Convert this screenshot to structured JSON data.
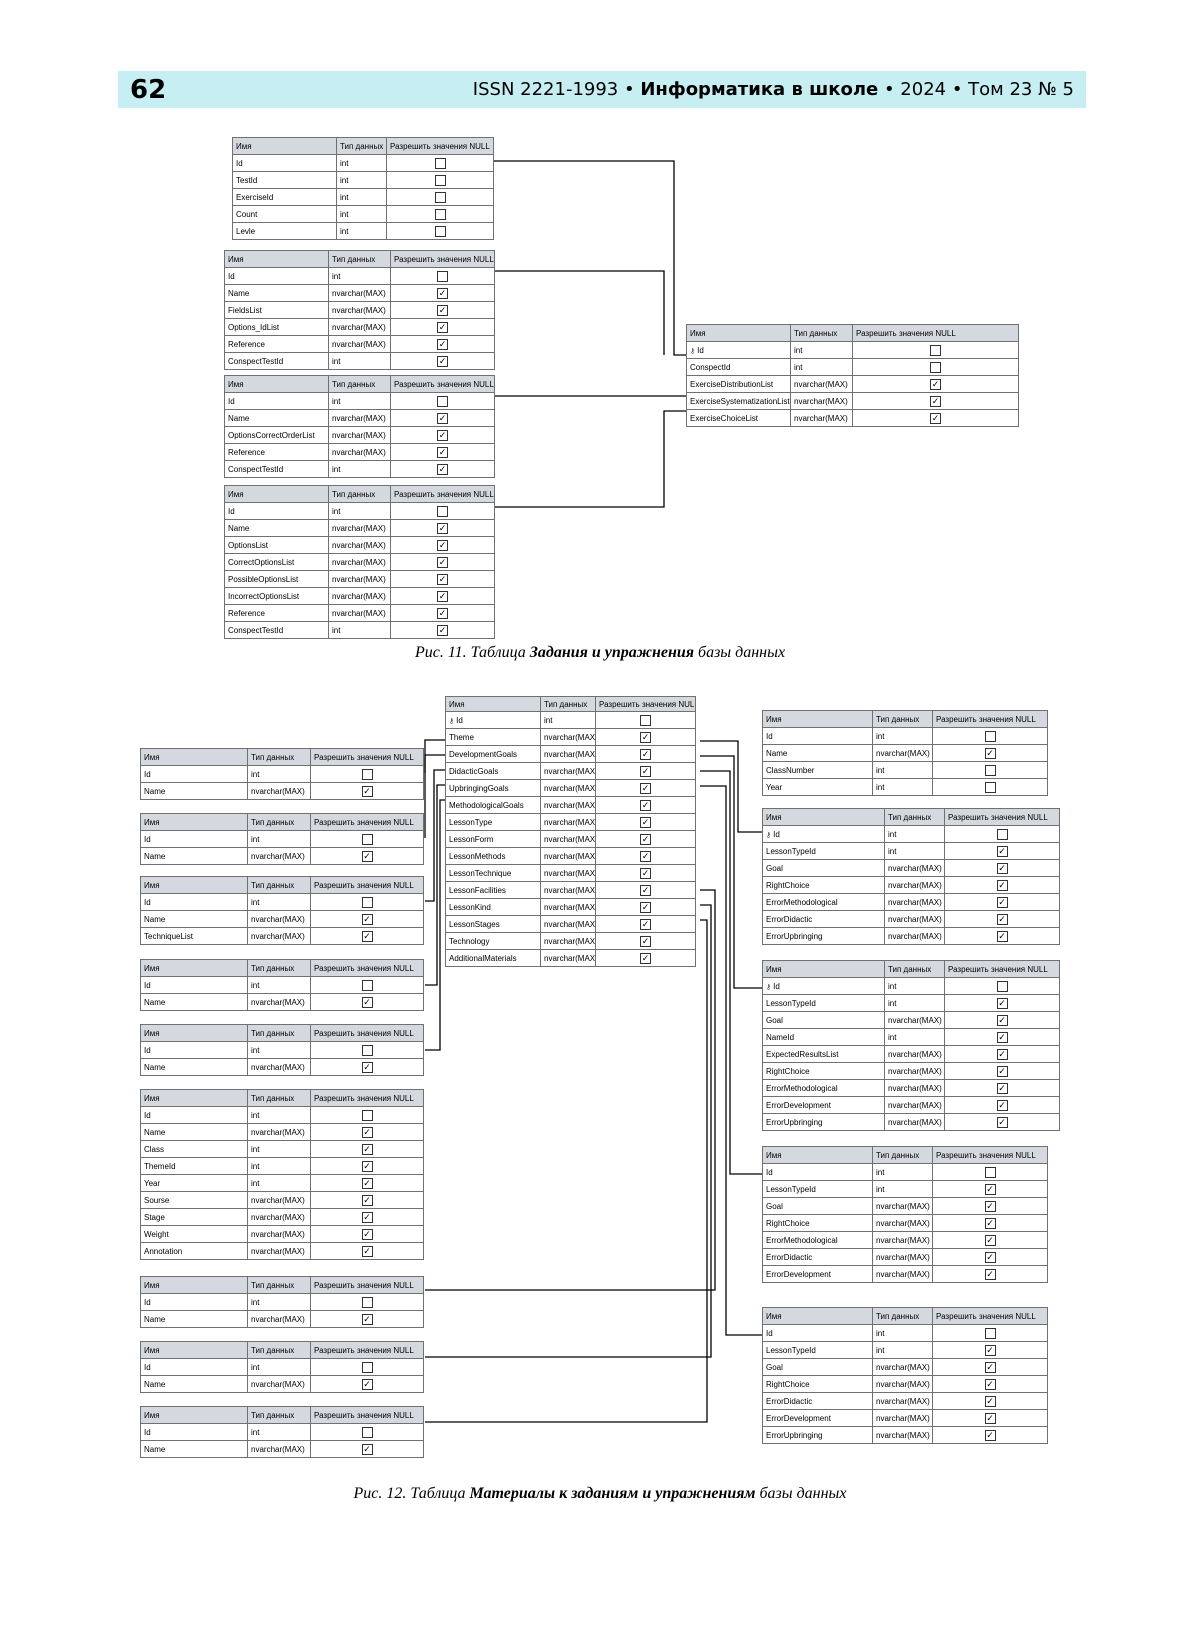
{
  "header": {
    "page_number": "62",
    "issn": "ISSN 2221-1993 • ",
    "journal": "Информатика в школе",
    "issue": " • 2024 • Том 23 № 5"
  },
  "columns": [
    "Имя",
    "Тип данных",
    "Разрешить значения NULL"
  ],
  "figure11": {
    "caption_pre": "Рис. 11. Таблица ",
    "caption_bold": "Задания и упражнения",
    "caption_post": " базы данных",
    "tables": [
      {
        "rows": [
          [
            "Id",
            "int",
            false
          ],
          [
            "TestId",
            "int",
            false
          ],
          [
            "ExerciseId",
            "int",
            false
          ],
          [
            "Count",
            "int",
            false
          ],
          [
            "Levle",
            "int",
            false
          ]
        ]
      },
      {
        "rows": [
          [
            "Id",
            "int",
            false
          ],
          [
            "Name",
            "nvarchar(MAX)",
            true
          ],
          [
            "FieldsList",
            "nvarchar(MAX)",
            true
          ],
          [
            "Options_IdList",
            "nvarchar(MAX)",
            true
          ],
          [
            "Reference",
            "nvarchar(MAX)",
            true
          ],
          [
            "ConspectTestId",
            "int",
            true
          ]
        ]
      },
      {
        "rows": [
          [
            "Id",
            "int",
            false
          ],
          [
            "Name",
            "nvarchar(MAX)",
            true
          ],
          [
            "OptionsCorrectOrderList",
            "nvarchar(MAX)",
            true
          ],
          [
            "Reference",
            "nvarchar(MAX)",
            true
          ],
          [
            "ConspectTestId",
            "int",
            true
          ]
        ]
      },
      {
        "rows": [
          [
            "Id",
            "int",
            false
          ],
          [
            "Name",
            "nvarchar(MAX)",
            true
          ],
          [
            "OptionsList",
            "nvarchar(MAX)",
            true
          ],
          [
            "CorrectOptionsList",
            "nvarchar(MAX)",
            true
          ],
          [
            "PossibleOptionsList",
            "nvarchar(MAX)",
            true
          ],
          [
            "IncorrectOptionsList",
            "nvarchar(MAX)",
            true
          ],
          [
            "Reference",
            "nvarchar(MAX)",
            true
          ],
          [
            "ConspectTestId",
            "int",
            true
          ]
        ]
      },
      {
        "rows": [
          [
            "Id",
            "int",
            false
          ],
          [
            "ConspectId",
            "int",
            false
          ],
          [
            "ExerciseDistributionList",
            "nvarchar(MAX)",
            true
          ],
          [
            "ExerciseSystematizationList",
            "nvarchar(MAX)",
            true
          ],
          [
            "ExerciseChoiceList",
            "nvarchar(MAX)",
            true
          ]
        ]
      }
    ]
  },
  "figure12": {
    "caption_pre": "Рис. 12. Таблица ",
    "caption_bold": "Материалы к заданиям и упражнениям",
    "caption_post": " базы данных",
    "tables": [
      {
        "rows": [
          [
            "Id",
            "int",
            false
          ],
          [
            "Name",
            "nvarchar(MAX)",
            true
          ]
        ]
      },
      {
        "rows": [
          [
            "Id",
            "int",
            false
          ],
          [
            "Name",
            "nvarchar(MAX)",
            true
          ]
        ]
      },
      {
        "rows": [
          [
            "Id",
            "int",
            false
          ],
          [
            "Name",
            "nvarchar(MAX)",
            true
          ],
          [
            "TechniqueList",
            "nvarchar(MAX)",
            true
          ]
        ]
      },
      {
        "rows": [
          [
            "Id",
            "int",
            false
          ],
          [
            "Name",
            "nvarchar(MAX)",
            true
          ]
        ]
      },
      {
        "rows": [
          [
            "Id",
            "int",
            false
          ],
          [
            "Name",
            "nvarchar(MAX)",
            true
          ]
        ]
      },
      {
        "rows": [
          [
            "Id",
            "int",
            false
          ],
          [
            "Name",
            "nvarchar(MAX)",
            true
          ],
          [
            "Class",
            "int",
            true
          ],
          [
            "ThemeId",
            "int",
            true
          ],
          [
            "Year",
            "int",
            true
          ],
          [
            "Sourse",
            "nvarchar(MAX)",
            true
          ],
          [
            "Stage",
            "nvarchar(MAX)",
            true
          ],
          [
            "Weight",
            "nvarchar(MAX)",
            true
          ],
          [
            "Annotation",
            "nvarchar(MAX)",
            true
          ]
        ]
      },
      {
        "rows": [
          [
            "Id",
            "int",
            false
          ],
          [
            "Name",
            "nvarchar(MAX)",
            true
          ]
        ]
      },
      {
        "rows": [
          [
            "Id",
            "int",
            false
          ],
          [
            "Name",
            "nvarchar(MAX)",
            true
          ]
        ]
      },
      {
        "rows": [
          [
            "Id",
            "int",
            false
          ],
          [
            "Name",
            "nvarchar(MAX)",
            true
          ]
        ]
      },
      {
        "rows": [
          [
            "Id",
            "int",
            false
          ],
          [
            "Theme",
            "nvarchar(MAX)",
            true
          ],
          [
            "DevelopmentGoals",
            "nvarchar(MAX)",
            true
          ],
          [
            "DidacticGoals",
            "nvarchar(MAX)",
            true
          ],
          [
            "UpbringingGoals",
            "nvarchar(MAX)",
            true
          ],
          [
            "MethodologicalGoals",
            "nvarchar(MAX)",
            true
          ],
          [
            "LessonType",
            "nvarchar(MAX)",
            true
          ],
          [
            "LessonForm",
            "nvarchar(MAX)",
            true
          ],
          [
            "LessonMethods",
            "nvarchar(MAX)",
            true
          ],
          [
            "LessonTechnique",
            "nvarchar(MAX)",
            true
          ],
          [
            "LessonFacilities",
            "nvarchar(MAX)",
            true
          ],
          [
            "LessonKind",
            "nvarchar(MAX)",
            true
          ],
          [
            "LessonStages",
            "nvarchar(MAX)",
            true
          ],
          [
            "Technology",
            "nvarchar(MAX)",
            true
          ],
          [
            "AdditionalMaterials",
            "nvarchar(MAX)",
            true
          ]
        ]
      },
      {
        "rows": [
          [
            "Id",
            "int",
            false
          ],
          [
            "Name",
            "nvarchar(MAX)",
            true
          ],
          [
            "ClassNumber",
            "int",
            false
          ],
          [
            "Year",
            "int",
            false
          ]
        ]
      },
      {
        "rows": [
          [
            "Id",
            "int",
            false
          ],
          [
            "LessonTypeId",
            "int",
            true
          ],
          [
            "Goal",
            "nvarchar(MAX)",
            true
          ],
          [
            "RightChoice",
            "nvarchar(MAX)",
            true
          ],
          [
            "ErrorMethodological",
            "nvarchar(MAX)",
            true
          ],
          [
            "ErrorDidactic",
            "nvarchar(MAX)",
            true
          ],
          [
            "ErrorUpbringing",
            "nvarchar(MAX)",
            true
          ]
        ]
      },
      {
        "rows": [
          [
            "Id",
            "int",
            false
          ],
          [
            "LessonTypeId",
            "int",
            true
          ],
          [
            "Goal",
            "nvarchar(MAX)",
            true
          ],
          [
            "NameId",
            "int",
            true
          ],
          [
            "ExpectedResultsList",
            "nvarchar(MAX)",
            true
          ],
          [
            "RightChoice",
            "nvarchar(MAX)",
            true
          ],
          [
            "ErrorMethodological",
            "nvarchar(MAX)",
            true
          ],
          [
            "ErrorDevelopment",
            "nvarchar(MAX)",
            true
          ],
          [
            "ErrorUpbringing",
            "nvarchar(MAX)",
            true
          ]
        ]
      },
      {
        "rows": [
          [
            "Id",
            "int",
            false
          ],
          [
            "LessonTypeId",
            "int",
            true
          ],
          [
            "Goal",
            "nvarchar(MAX)",
            true
          ],
          [
            "RightChoice",
            "nvarchar(MAX)",
            true
          ],
          [
            "ErrorMethodological",
            "nvarchar(MAX)",
            true
          ],
          [
            "ErrorDidactic",
            "nvarchar(MAX)",
            true
          ],
          [
            "ErrorDevelopment",
            "nvarchar(MAX)",
            true
          ]
        ]
      },
      {
        "rows": [
          [
            "Id",
            "int",
            false
          ],
          [
            "LessonTypeId",
            "int",
            true
          ],
          [
            "Goal",
            "nvarchar(MAX)",
            true
          ],
          [
            "RightChoice",
            "nvarchar(MAX)",
            true
          ],
          [
            "ErrorDidactic",
            "nvarchar(MAX)",
            true
          ],
          [
            "ErrorDevelopment",
            "nvarchar(MAX)",
            true
          ],
          [
            "ErrorUpbringing",
            "nvarchar(MAX)",
            true
          ]
        ]
      }
    ]
  }
}
